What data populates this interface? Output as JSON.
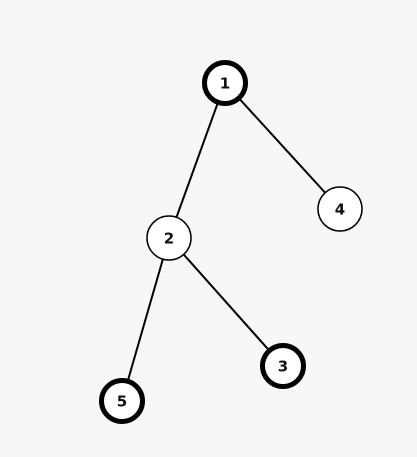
{
  "colors": {
    "background": "#f7f7f7",
    "edge": "#000000",
    "node_fill": "#ffffff",
    "node_stroke": "#000000",
    "label": "#111111"
  },
  "tree": {
    "nodes": [
      {
        "id": "1",
        "label": "1",
        "highlighted": true
      },
      {
        "id": "2",
        "label": "2",
        "highlighted": false
      },
      {
        "id": "4",
        "label": "4",
        "highlighted": false
      },
      {
        "id": "5",
        "label": "5",
        "highlighted": true
      },
      {
        "id": "3",
        "label": "3",
        "highlighted": true
      }
    ],
    "edges": [
      {
        "from": "1",
        "to": "2"
      },
      {
        "from": "1",
        "to": "4"
      },
      {
        "from": "2",
        "to": "5"
      },
      {
        "from": "2",
        "to": "3"
      }
    ]
  }
}
